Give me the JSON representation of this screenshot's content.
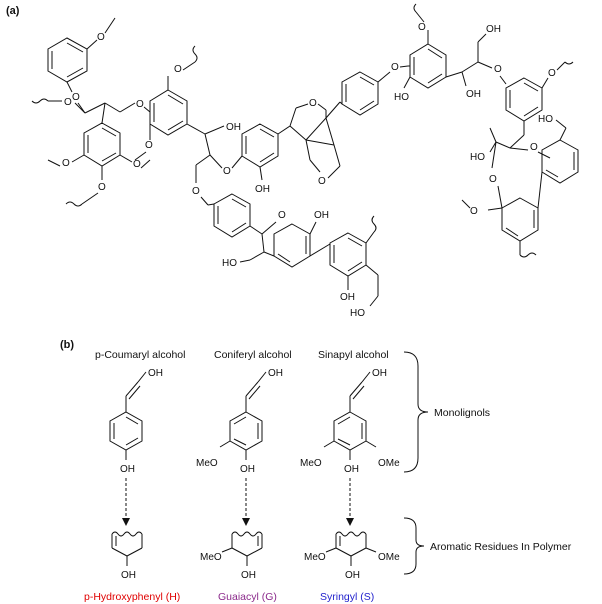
{
  "panels": {
    "a": "(a)",
    "b": "(b)"
  },
  "atoms": {
    "O": "O",
    "OH": "OH",
    "HO": "HO",
    "MeO": "MeO",
    "OMe": "OMe"
  },
  "monolignols": {
    "h": "p-Coumaryl alcohol",
    "g": "Coniferyl alcohol",
    "s": "Sinapyl alcohol"
  },
  "braces": {
    "monolignols": "Monolignols",
    "residues": "Aromatic Residues In Polymer"
  },
  "residues": [
    {
      "label": "p-Hydroxyphenyl  (H)",
      "color": "#e00000"
    },
    {
      "label": "Guaiacyl  (G)",
      "color": "#8b2a8b"
    },
    {
      "label": "Syringyl  (S)",
      "color": "#1f1fcc"
    }
  ]
}
